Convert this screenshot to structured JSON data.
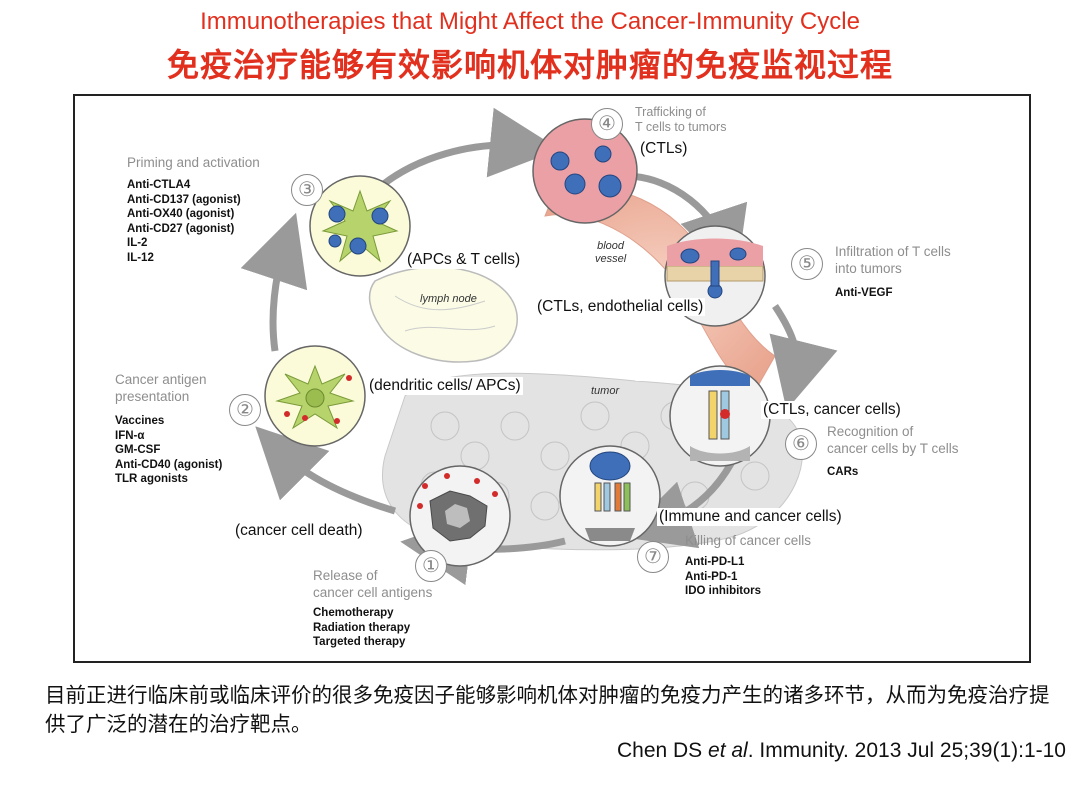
{
  "title_en": "Immunotherapies that Might Affect the Cancer-Immunity Cycle",
  "title_cn": "免疫治疗能够有效影响机体对肿瘤的免疫监视过程",
  "steps": [
    {
      "number": "①",
      "heading": [
        "Release of",
        "cancer cell antigens"
      ],
      "cells": "(cancer cell death)",
      "therapies": [
        "Chemotherapy",
        "Radiation therapy",
        "Targeted therapy"
      ]
    },
    {
      "number": "②",
      "heading": [
        "Cancer antigen",
        "presentation"
      ],
      "cells": "(dendritic cells/ APCs)",
      "therapies": [
        "Vaccines",
        "IFN-α",
        "GM-CSF",
        "Anti-CD40 (agonist)",
        "TLR agonists"
      ]
    },
    {
      "number": "③",
      "heading": [
        "Priming and activation"
      ],
      "cells": "(APCs & T cells)",
      "therapies": [
        "Anti-CTLA4",
        "Anti-CD137 (agonist)",
        "Anti-OX40 (agonist)",
        "Anti-CD27 (agonist)",
        "IL-2",
        "IL-12"
      ]
    },
    {
      "number": "④",
      "heading": [
        "Trafficking of",
        "T cells to tumors"
      ],
      "cells": "(CTLs)",
      "therapies": []
    },
    {
      "number": "⑤",
      "heading": [
        "Infiltration of T cells",
        "into tumors"
      ],
      "cells": "(CTLs, endothelial cells)",
      "therapies": [
        "Anti-VEGF"
      ]
    },
    {
      "number": "⑥",
      "heading": [
        "Recognition of",
        "cancer cells by T cells"
      ],
      "cells": "(CTLs, cancer cells)",
      "therapies": [
        "CARs"
      ]
    },
    {
      "number": "⑦",
      "heading": [
        "Killing of cancer cells"
      ],
      "cells": "(Immune and cancer cells)",
      "therapies": [
        "Anti-PD-L1",
        "Anti-PD-1",
        "IDO inhibitors"
      ]
    }
  ],
  "anatomy": {
    "lymph_node": "lymph node",
    "blood_vessel": [
      "blood",
      "vessel"
    ],
    "tumor": "tumor"
  },
  "footer_cn": "目前正进行临床前或临床评价的很多免疫因子能够影响机体对肿瘤的免疫力产生的诸多环节，从而为免疫治疗提供了广泛的潜在的治疗靶点。",
  "citation": {
    "authors": "Chen DS ",
    "etal": "et al",
    "rest": ". Immunity. 2013 Jul 25;39(1):1-10"
  },
  "colors": {
    "title": "#e2301f",
    "arrow": "#9a9a9a",
    "cell_blue": "#3f6fb8",
    "cell_green": "#b7d36b",
    "vessel_pink": "#f3c2b0",
    "tumor_gray": "#d8d8d8"
  }
}
